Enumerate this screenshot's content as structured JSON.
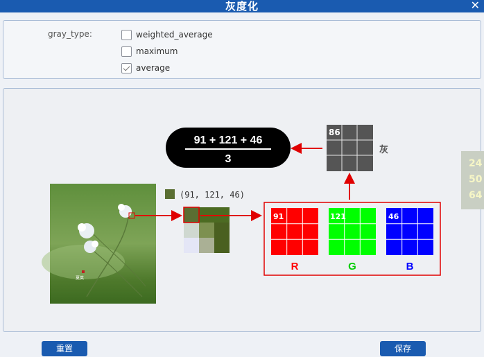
{
  "window": {
    "title": "灰度化",
    "close_glyph": "✕"
  },
  "options": {
    "label": "gray_type:",
    "items": [
      {
        "label": "weighted_average",
        "checked": false
      },
      {
        "label": "maximum",
        "checked": false
      },
      {
        "label": "average",
        "checked": true
      }
    ]
  },
  "diagram": {
    "formula": {
      "numerator": "91 + 121 + 46",
      "denominator": "3"
    },
    "gray_value": "86",
    "gray_label": "灰",
    "pixel_label": "(91, 121, 46)",
    "pixel_color": "#5a6e32",
    "channels": [
      {
        "value": "91",
        "letter": "R",
        "color": "#ff0000",
        "text_color": "#ff0000"
      },
      {
        "value": "121",
        "letter": "G",
        "color": "#00ff00",
        "text_color": "#00cc00"
      },
      {
        "value": "46",
        "letter": "B",
        "color": "#0000ff",
        "text_color": "#0000ff"
      }
    ],
    "mini_grid_colors": [
      "#5a6e32",
      "#4c6b22",
      "#4c6b22",
      "#cfd8d0",
      "#7d9050",
      "#4a6020",
      "#e4e6f6",
      "#aab095",
      "#4a6020"
    ],
    "photo_caption": "夏荚"
  },
  "side_badge": {
    "lines": [
      "24",
      "50",
      "64"
    ]
  },
  "buttons": {
    "reset": "重置",
    "save": "保存"
  },
  "colors": {
    "accent": "#1a5bb0",
    "highlight": "#e00000"
  }
}
